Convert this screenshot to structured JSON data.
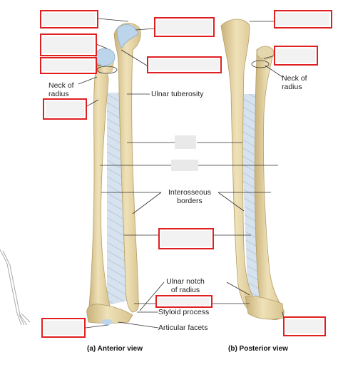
{
  "labels": {
    "neck_of_radius_left": [
      "Neck of",
      "radius"
    ],
    "ulnar_tuberosity": "Ulnar tuberosity",
    "neck_of_radius_right": [
      "Neck of",
      "radius"
    ],
    "interosseous_borders": [
      "Interosseous",
      "borders"
    ],
    "ulnar_notch": [
      "Ulnar notch",
      "of radius"
    ],
    "styloid_process": "Styloid process",
    "articular_facets": "Articular facets"
  },
  "partial_text": {
    "radius_top": "radius",
    "tuberosity": "tuberosity",
    "process": "process"
  },
  "captions": {
    "anterior": "(a) Anterior view",
    "posterior": "(b) Posterior view"
  },
  "colors": {
    "bone": "#e6d5a8",
    "bone_shadow": "#c9b27a",
    "membrane": "#d5e1ec",
    "cartilage": "#b9d3ea",
    "label_box": "#e02020"
  }
}
